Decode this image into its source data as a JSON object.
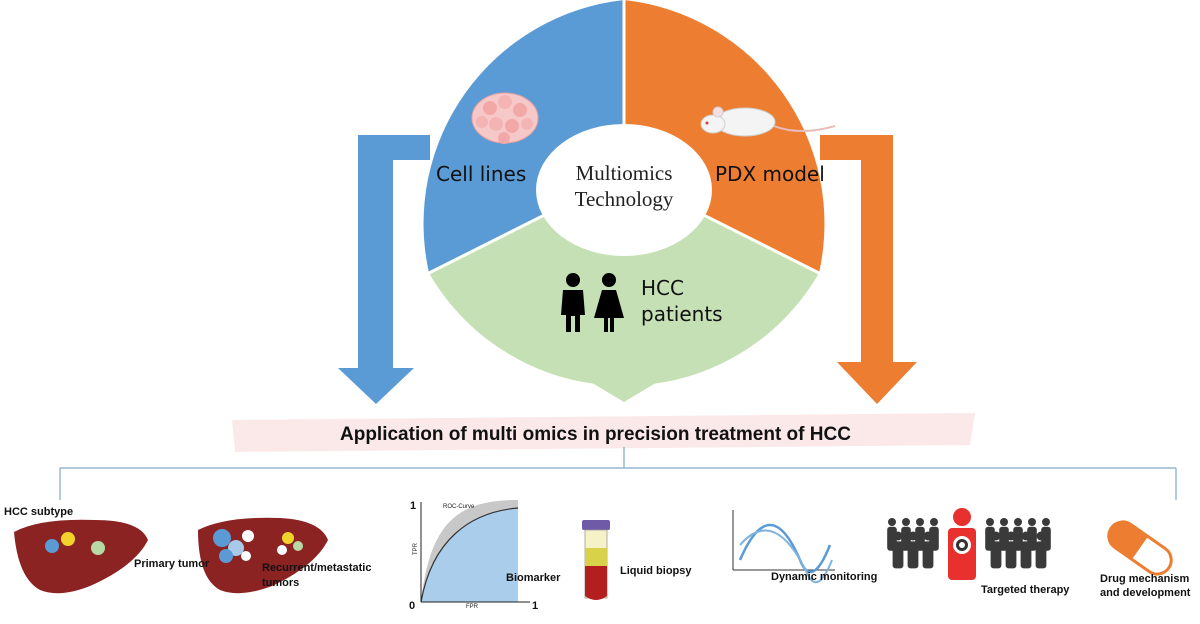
{
  "center": {
    "line1": "Multiomics",
    "line2": "Technology"
  },
  "segments": {
    "cell_lines": "Cell lines",
    "pdx_model": "PDX model",
    "hcc_patients_line1": "HCC",
    "hcc_patients_line2": "patients"
  },
  "title": "Application of multi omics in precision treatment of HCC",
  "applications": {
    "hcc_subtype": "HCC subtype",
    "primary_tumor": "Primary tumor",
    "recurrent_line1": "Recurrent/metastatic",
    "recurrent_line2": "tumors",
    "biomarker": "Biomarker",
    "liquid_biopsy": "Liquid biopsy",
    "dynamic_monitoring": "Dynamic monitoring",
    "targeted_therapy": "Targeted therapy",
    "drug_line1": "Drug mechanism",
    "drug_line2": "and development"
  },
  "roc": {
    "title": "ROC-Curve",
    "ylabel": "TPR",
    "xlabel": "FPR",
    "tick_y_top": "1",
    "tick_origin": "0",
    "tick_x_right": "1"
  },
  "colors": {
    "blue": "#5b9bd5",
    "orange": "#ed7d31",
    "green": "#c5e0b4",
    "liver": "#8b2323",
    "targeted_red": "#e8312f"
  }
}
